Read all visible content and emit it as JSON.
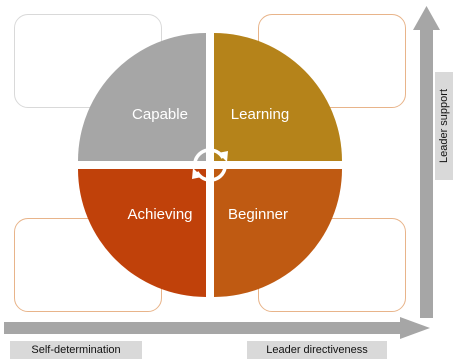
{
  "quadrants": {
    "top_left": {
      "label": "Capable",
      "color": "#a6a6a6"
    },
    "top_right": {
      "label": "Learning",
      "color": "#b5831a"
    },
    "bottom_left": {
      "label": "Achieving",
      "color": "#c0410a"
    },
    "bottom_right": {
      "label": "Beginner",
      "color": "#bf5a12"
    }
  },
  "cycle_icon": "circular-arrows-icon",
  "axes": {
    "vertical_label": "Leader support",
    "bottom_left_label": "Self-determination",
    "bottom_right_label": "Leader directiveness",
    "arrow_color": "#a6a6a6"
  },
  "box_border_colors": {
    "top_left": "#d9d9d9",
    "top_right": "#e8b48a",
    "bottom_left": "#e8b48a",
    "bottom_right": "#e8b48a"
  }
}
